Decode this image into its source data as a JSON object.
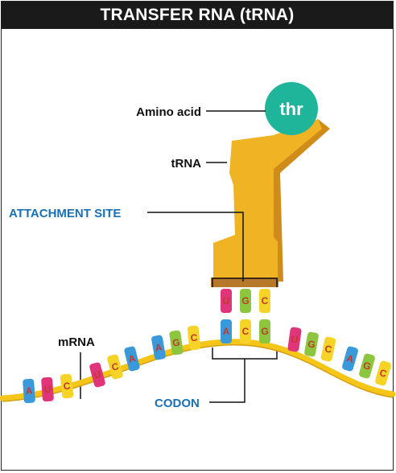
{
  "title": "TRANSFER RNA (tRNA)",
  "labels": {
    "amino_acid": "Amino acid",
    "amino_acid_name": "thr",
    "trna": "tRNA",
    "attachment_site": "ATTACHMENT SITE",
    "mrna": "mRNA",
    "codon": "CODON"
  },
  "anticodon": [
    "U",
    "G",
    "C"
  ],
  "codon": [
    "A",
    "C",
    "G"
  ],
  "mrna_bases": [
    "A",
    "U",
    "C",
    "U",
    "C",
    "A",
    "A",
    "G",
    "C",
    "A",
    "C",
    "G",
    "U",
    "G",
    "C",
    "A",
    "G",
    "C"
  ],
  "colors": {
    "A": "#3a9ad9",
    "U": "#e0357a",
    "G": "#8cc63f",
    "C": "#f5d327",
    "letter": "#c0392b",
    "trna_body": "#f0b323",
    "trna_shadow": "#d08c1a",
    "amino_acid": "#1fb59a",
    "accent_blue": "#1a6fb5",
    "strand": "#f5c518"
  }
}
